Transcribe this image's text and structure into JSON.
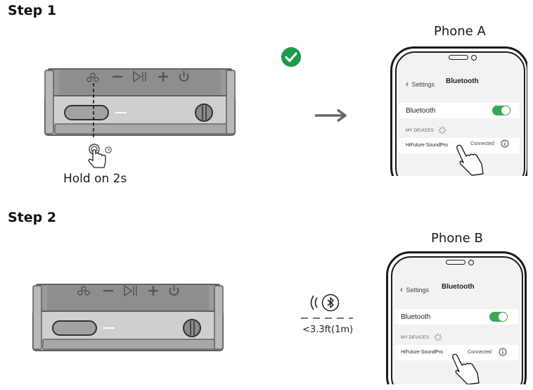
{
  "step1": {
    "title": "Step 1",
    "hold_caption": "Hold on 2s",
    "phone_label": "Phone A",
    "status_color": "#1a9b4b"
  },
  "step2": {
    "title": "Step 2",
    "phone_label": "Phone B",
    "distance_label": "<3.3ft(1m)"
  },
  "phone_screen": {
    "back_label": "Settings",
    "nav_title": "Bluetooth",
    "bluetooth_label": "Bluetooth",
    "bluetooth_on": true,
    "my_devices_header": "MY DEVICES",
    "device_name": "HiFuture SoundPro",
    "device_status": "Connected",
    "toggle_color": "#3aa757"
  },
  "icons": {
    "check": "check-circle-icon",
    "arrow": "arrow-right-icon",
    "bluetooth": "bluetooth-icon",
    "signal": "signal-waves-icon",
    "hand": "pointing-hand-icon",
    "timer": "timer-icon",
    "spinner": "loading-spinner-icon",
    "info": "info-icon"
  }
}
